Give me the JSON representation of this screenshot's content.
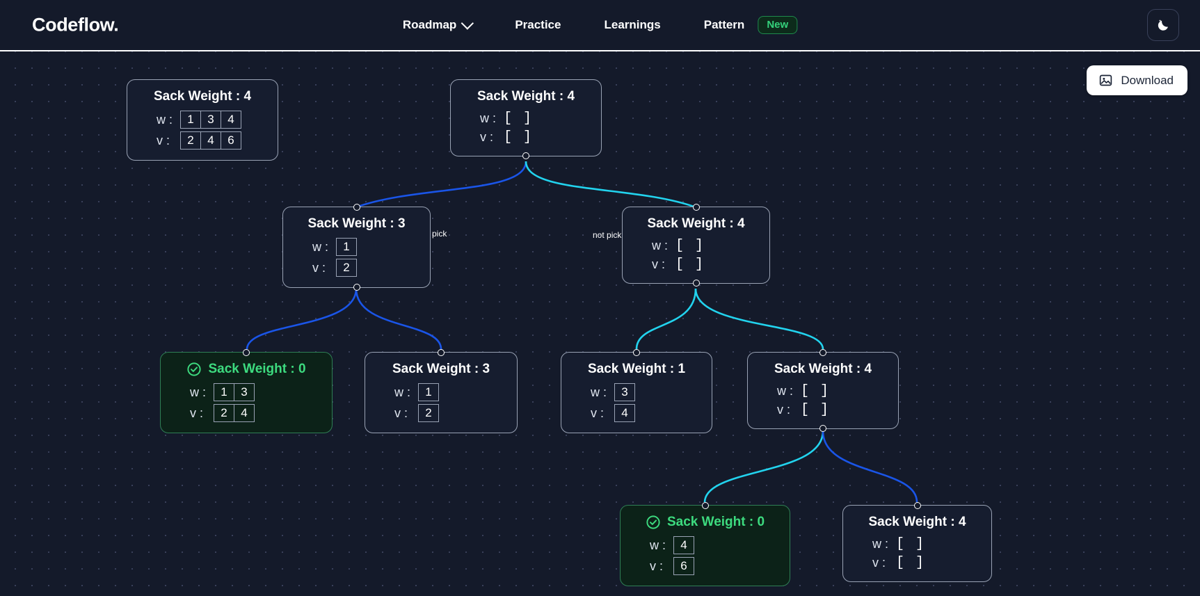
{
  "header": {
    "brand": "Codeflow.",
    "nav": [
      {
        "label": "Roadmap",
        "has_chevron": true,
        "badge": null
      },
      {
        "label": "Practice",
        "has_chevron": false,
        "badge": null
      },
      {
        "label": "Learnings",
        "has_chevron": false,
        "badge": null
      },
      {
        "label": "Pattern",
        "has_chevron": false,
        "badge": "New"
      }
    ],
    "theme_toggle_icon": "moon-stars-icon"
  },
  "canvas": {
    "download_button": {
      "label": "Download",
      "icon": "image-icon"
    },
    "edge_labels": {
      "pick": "pick",
      "not_pick": "not pick"
    },
    "colors": {
      "background": "#141a2a",
      "node_border": "#9aa3b5",
      "node_fill": "#161d2f",
      "success_fill": "#0c2218",
      "success_border": "#2f7f55",
      "success_text": "#3ddb7f",
      "edge_pick": "#1a55e8",
      "edge_not_pick": "#22d3ee",
      "badge_new_text": "#34d17b"
    },
    "nodes": [
      {
        "id": "legend",
        "title": "Sack Weight : 4",
        "w": [
          "1",
          "3",
          "4"
        ],
        "v": [
          "2",
          "4",
          "6"
        ],
        "empty": false,
        "success": false
      },
      {
        "id": "root",
        "title": "Sack Weight : 4",
        "w": [],
        "v": [],
        "empty": true,
        "success": false
      },
      {
        "id": "l1",
        "title": "Sack Weight : 3",
        "w": [
          "1"
        ],
        "v": [
          "2"
        ],
        "empty": false,
        "success": false
      },
      {
        "id": "r1",
        "title": "Sack Weight : 4",
        "w": [],
        "v": [],
        "empty": true,
        "success": false
      },
      {
        "id": "l2a",
        "title": "Sack Weight : 0",
        "w": [
          "1",
          "3"
        ],
        "v": [
          "2",
          "4"
        ],
        "empty": false,
        "success": true
      },
      {
        "id": "l2b",
        "title": "Sack Weight : 3",
        "w": [
          "1"
        ],
        "v": [
          "2"
        ],
        "empty": false,
        "success": false
      },
      {
        "id": "r2a",
        "title": "Sack Weight : 1",
        "w": [
          "3"
        ],
        "v": [
          "4"
        ],
        "empty": false,
        "success": false
      },
      {
        "id": "r2b",
        "title": "Sack Weight : 4",
        "w": [],
        "v": [],
        "empty": true,
        "success": false
      },
      {
        "id": "r3a",
        "title": "Sack Weight : 0",
        "w": [
          "4"
        ],
        "v": [
          "6"
        ],
        "empty": false,
        "success": true
      },
      {
        "id": "r3b",
        "title": "Sack Weight : 4",
        "w": [],
        "v": [],
        "empty": true,
        "success": false
      }
    ],
    "labels": {
      "w": "w :",
      "v": "v :",
      "empty_array": "[ ]"
    }
  }
}
